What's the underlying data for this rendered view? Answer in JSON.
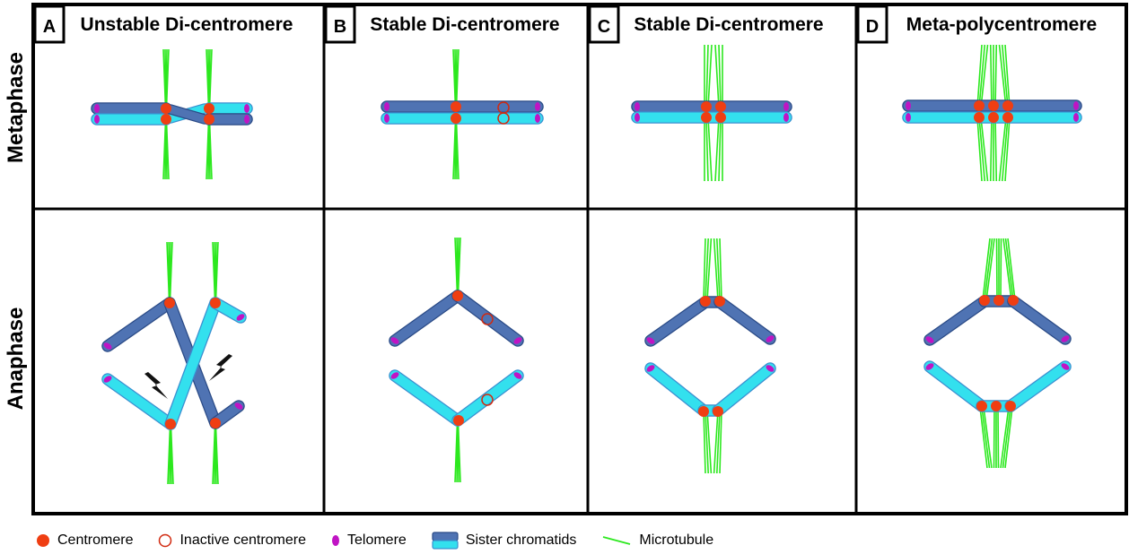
{
  "panels": [
    {
      "letter": "A",
      "title": "Unstable Di-centromere"
    },
    {
      "letter": "B",
      "title": "Stable Di-centromere"
    },
    {
      "letter": "C",
      "title": "Stable Di-centromere"
    },
    {
      "letter": "D",
      "title": "Meta-polycentromere"
    }
  ],
  "rows": {
    "metaphase": "Metaphase",
    "anaphase": "Anaphase"
  },
  "legend": {
    "centromere": "Centromere",
    "inactive_centromere": "Inactive centromere",
    "telomere": "Telomere",
    "sister_chromatids": "Sister chromatids",
    "microtubule": "Microtubule"
  },
  "colors": {
    "chromatid_dark": "#4f73b3",
    "chromatid_light": "#33e0ee",
    "chromatid_outline": "#2a4a86",
    "centromere": "#ef3e12",
    "inactive_centromere": "#d12a10",
    "telomere": "#c014c4",
    "microtubule": "#2ce81e"
  }
}
